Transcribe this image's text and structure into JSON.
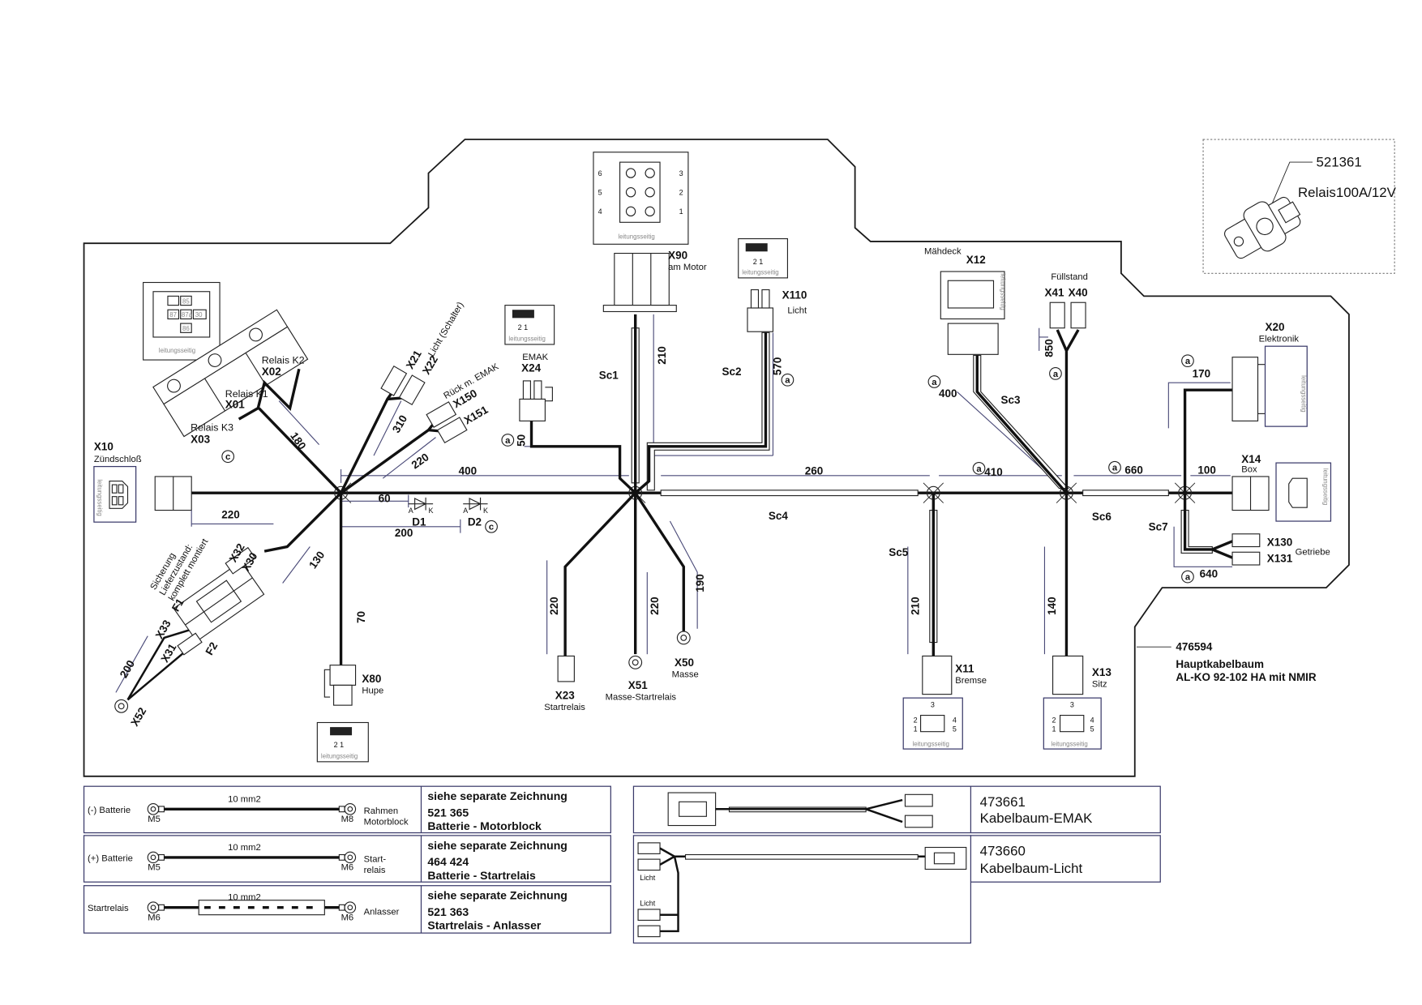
{
  "diagram": {
    "part_number": "476594",
    "title": "Hauptkabelbaum",
    "subtitle": "AL-KO 92-102 HA mit NMIR"
  },
  "relay_callout": {
    "part_number": "521361",
    "label": "Relais100A/12V"
  },
  "connectors": {
    "x90": {
      "id": "X90",
      "desc": "am Motor"
    },
    "x110": {
      "id": "X110",
      "desc": "Licht"
    },
    "x12": {
      "id": "X12",
      "desc": "Mähdeck"
    },
    "x41": {
      "id": "X41"
    },
    "x40": {
      "id": "X40",
      "desc": "Füllstand"
    },
    "x20": {
      "id": "X20",
      "desc": "Elektronik"
    },
    "x14": {
      "id": "X14",
      "desc": "Box"
    },
    "x130": {
      "id": "X130"
    },
    "x131": {
      "id": "X131",
      "desc": "Getriebe"
    },
    "x11": {
      "id": "X11",
      "desc": "Bremse"
    },
    "x13": {
      "id": "X13",
      "desc": "Sitz"
    },
    "x50": {
      "id": "X50",
      "desc": "Masse"
    },
    "x51": {
      "id": "X51",
      "desc": "Masse-Startrelais"
    },
    "x23": {
      "id": "X23",
      "desc": "Startrelais"
    },
    "x80": {
      "id": "X80",
      "desc": "Hupe"
    },
    "x24": {
      "id": "X24",
      "desc": "EMAK"
    },
    "x10": {
      "id": "X10",
      "desc": "Zündschloß"
    },
    "x01": {
      "id": "X01",
      "desc": "Relais K1"
    },
    "x02": {
      "id": "X02",
      "desc": "Relais K2"
    },
    "x03": {
      "id": "X03",
      "desc": "Relais K3"
    },
    "x21": {
      "id": "X21",
      "desc": "Licht (Schalter)"
    },
    "x22": {
      "id": "X22"
    },
    "x150": {
      "id": "X150",
      "desc": "Rück m. EMAK"
    },
    "x151": {
      "id": "X151"
    },
    "x32": {
      "id": "X32"
    },
    "x30": {
      "id": "X30"
    },
    "x33": {
      "id": "X33"
    },
    "x31": {
      "id": "X31"
    },
    "x52": {
      "id": "X52"
    },
    "f1": {
      "id": "F1"
    },
    "f2": {
      "id": "F2"
    },
    "fuse_note": {
      "line1": "Sicherung",
      "line2": "Lieferzustand:",
      "line3": "komplett montiert"
    },
    "d1": {
      "id": "D1"
    },
    "d2": {
      "id": "D2"
    }
  },
  "diode_terminals": {
    "anode": "A",
    "cathode": "K"
  },
  "sheaths": [
    "Sc1",
    "Sc2",
    "Sc3",
    "Sc4",
    "Sc5",
    "Sc6",
    "Sc7"
  ],
  "markers": {
    "a": "a",
    "c": "c"
  },
  "face_view_label": "leitungsseitig",
  "pins": {
    "x90_left": [
      "6",
      "5",
      "4"
    ],
    "x90_right": [
      "3",
      "2",
      "1"
    ],
    "five_pin": [
      "1",
      "2",
      "3",
      "4",
      "5"
    ],
    "two_pin": "2 1",
    "relay_socket": [
      "85",
      "87",
      "87a",
      "30",
      "86"
    ]
  },
  "dimensions": {
    "x10": "220",
    "trunk_400": "400",
    "d1": "60",
    "d2": "200",
    "relays": "180",
    "x21": "310",
    "x150": "220",
    "fuse": "130",
    "x80": "70",
    "x52": "200",
    "x24": "50",
    "x90": "210",
    "x110": "570",
    "x23": "220",
    "x51": "220",
    "x50": "190",
    "sc4": "260",
    "node3": "410",
    "x12": "400",
    "x41": "850",
    "sc6": "660",
    "x14": "100",
    "x20": "170",
    "x130": "640",
    "x11": "210",
    "x13": "140"
  },
  "cables": [
    {
      "left": "(-) Batterie",
      "left_terminal": "M5",
      "gauge": "10 mm2",
      "right_terminal": "M8",
      "right_line1": "Rahmen",
      "right_line2": "Motorblock",
      "ref_heading": "siehe separate Zeichnung",
      "ref_number": "521 365",
      "ref_name": "Batterie - Motorblock"
    },
    {
      "left": "(+) Batterie",
      "left_terminal": "M5",
      "gauge": "10 mm2",
      "right_terminal": "M6",
      "right_line1": "Start-",
      "right_line2": "relais",
      "ref_heading": "siehe separate Zeichnung",
      "ref_number": "464 424",
      "ref_name": "Batterie - Startrelais"
    },
    {
      "left": "Startrelais",
      "left_terminal": "M6",
      "gauge": "10 mm2",
      "right_terminal": "M6",
      "right_line1": "Anlasser",
      "ref_heading": "siehe separate Zeichnung",
      "ref_number": "521 363",
      "ref_name": "Startrelais - Anlasser"
    }
  ],
  "sub_harnesses": [
    {
      "part_number": "473661",
      "name": "Kabelbaum-EMAK"
    },
    {
      "part_number": "473660",
      "name": "Kabelbaum-Licht",
      "connector_labels": [
        "Licht",
        "Licht"
      ]
    }
  ]
}
